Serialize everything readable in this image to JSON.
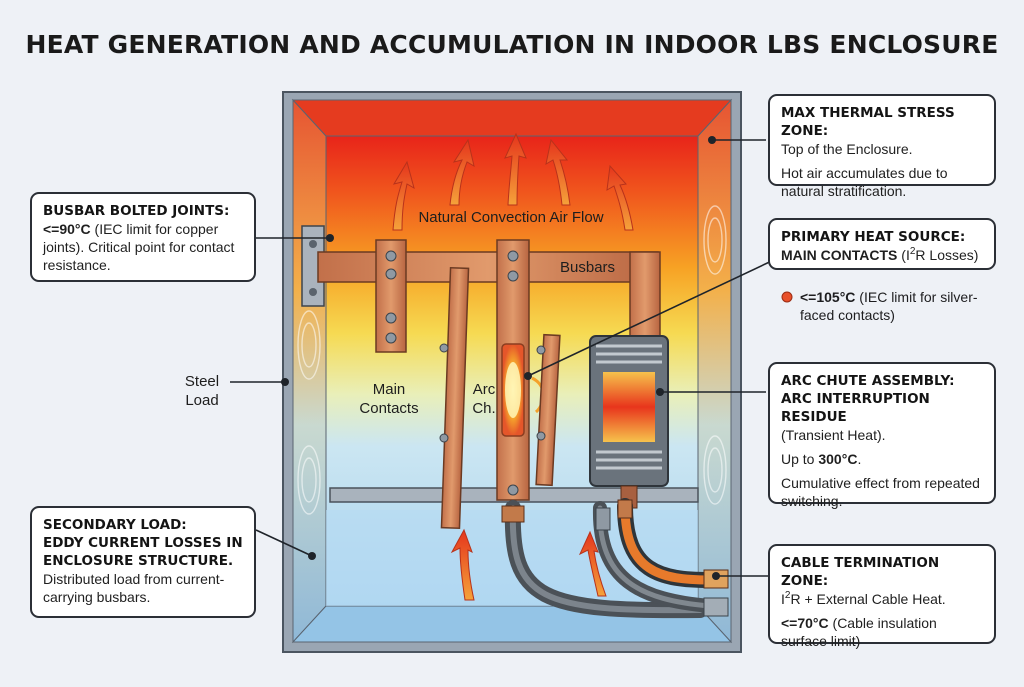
{
  "title": "HEAT GENERATION AND ACCUMULATION IN INDOOR LBS ENCLOSURE",
  "inner_labels": {
    "convection": "Natural Convection Air Flow",
    "busbars": "Busbars",
    "main_contacts_1": "Main",
    "main_contacts_2": "Contacts",
    "arc_ch_1": "Arc",
    "arc_ch_2": "Ch.",
    "steel_1": "Steel",
    "steel_2": "Load"
  },
  "callouts": {
    "max_thermal": {
      "heading": "MAX THERMAL STRESS ZONE:",
      "line1": "Top of the Enclosure.",
      "line2": "Hot air accumulates due to natural stratification."
    },
    "busbar_joints": {
      "heading": "BUSBAR BOLTED JOINTS:",
      "limit": "<=90°C",
      "detail": " (IEC limit for copper joints). Critical point for contact resistance."
    },
    "primary_heat": {
      "heading1": "PRIMARY HEAT SOURCE:",
      "heading2": "MAIN CONTACTS",
      "heading2_suffix_a": " (I",
      "heading2_sup": "2",
      "heading2_suffix_b": "R Losses)"
    },
    "primary_limit": {
      "limit": "<=105°C",
      "detail": " (IEC limit for silver-faced contacts)"
    },
    "arc_chute": {
      "heading1": "ARC CHUTE ASSEMBLY:",
      "heading2": "ARC INTERRUPTION RESIDUE",
      "line1": "(Transient Heat).",
      "line2_a": "Up to ",
      "line2_b": "300°C",
      "line2_c": ".",
      "line3": "Cumulative effect from repeated switching."
    },
    "secondary_load": {
      "heading1": "SECONDARY LOAD:",
      "heading2": "EDDY CURRENT LOSSES IN ENCLOSURE STRUCTURE.",
      "line1": "Distributed load from current-carrying busbars."
    },
    "cable_term": {
      "heading": "CABLE TERMINATION ZONE:",
      "line1_a": "I",
      "line1_sup": "2",
      "line1_b": "R + External Cable Heat.",
      "limit": "<=70°C",
      "detail": " (Cable insulation surface limit)"
    }
  },
  "colors": {
    "hot": "#e8241a",
    "warm": "#f7b21d",
    "cool": "#bcdcf2",
    "copper": "#d98a5a",
    "callout_dot": "#e8502a"
  }
}
